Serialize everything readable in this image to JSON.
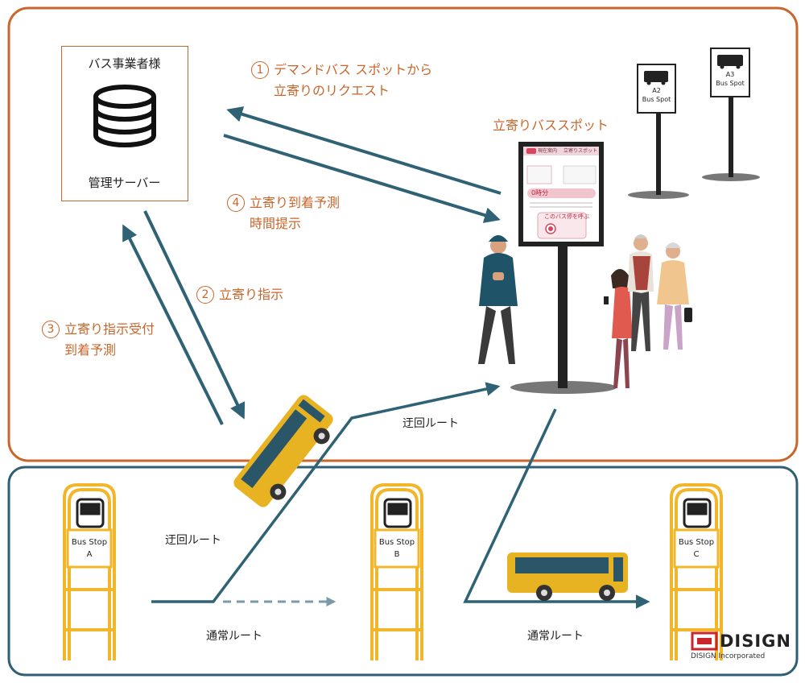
{
  "server": {
    "company": "バス事業者様",
    "name": "管理サーバー",
    "db_icon": "database-icon"
  },
  "steps": [
    {
      "num": "1",
      "lines": [
        "デマンドバス スポットから",
        "立寄りのリクエスト"
      ]
    },
    {
      "num": "2",
      "lines": [
        "立寄り指示"
      ]
    },
    {
      "num": "3",
      "lines": [
        "立寄り指示受付",
        "到着予測"
      ]
    },
    {
      "num": "4",
      "lines": [
        "立寄り到着予測",
        "時間提示"
      ]
    }
  ],
  "spot": {
    "title": "立寄りバススポット",
    "screen_tabs": [
      "現在案内",
      "立寄りスポット"
    ],
    "screen_time": "0時分",
    "screen_cta": "このバス停を呼ぶ"
  },
  "spot_signs": [
    {
      "code": "A2",
      "label": "Bus Spot"
    },
    {
      "code": "A3",
      "label": "Bus Spot"
    }
  ],
  "bus_stops": [
    {
      "label": "Bus Stop",
      "code": "A"
    },
    {
      "label": "Bus Stop",
      "code": "B"
    },
    {
      "label": "Bus Stop",
      "code": "C"
    }
  ],
  "routes": {
    "detour_upper": "迂回ルート",
    "detour_lower": "迂回ルート",
    "normal_left": "通常ルート",
    "normal_right": "通常ルート"
  },
  "brand": {
    "name": "DISIGN",
    "sub": "DISIGN Incorporated",
    "color": "#c8262c"
  },
  "colors": {
    "orange_frame": "#c8662c",
    "blue_frame": "#2f5f72",
    "arrow": "#2f6274",
    "stop_yellow": "#f2b62b",
    "bus_yellow": "#e8b323"
  }
}
